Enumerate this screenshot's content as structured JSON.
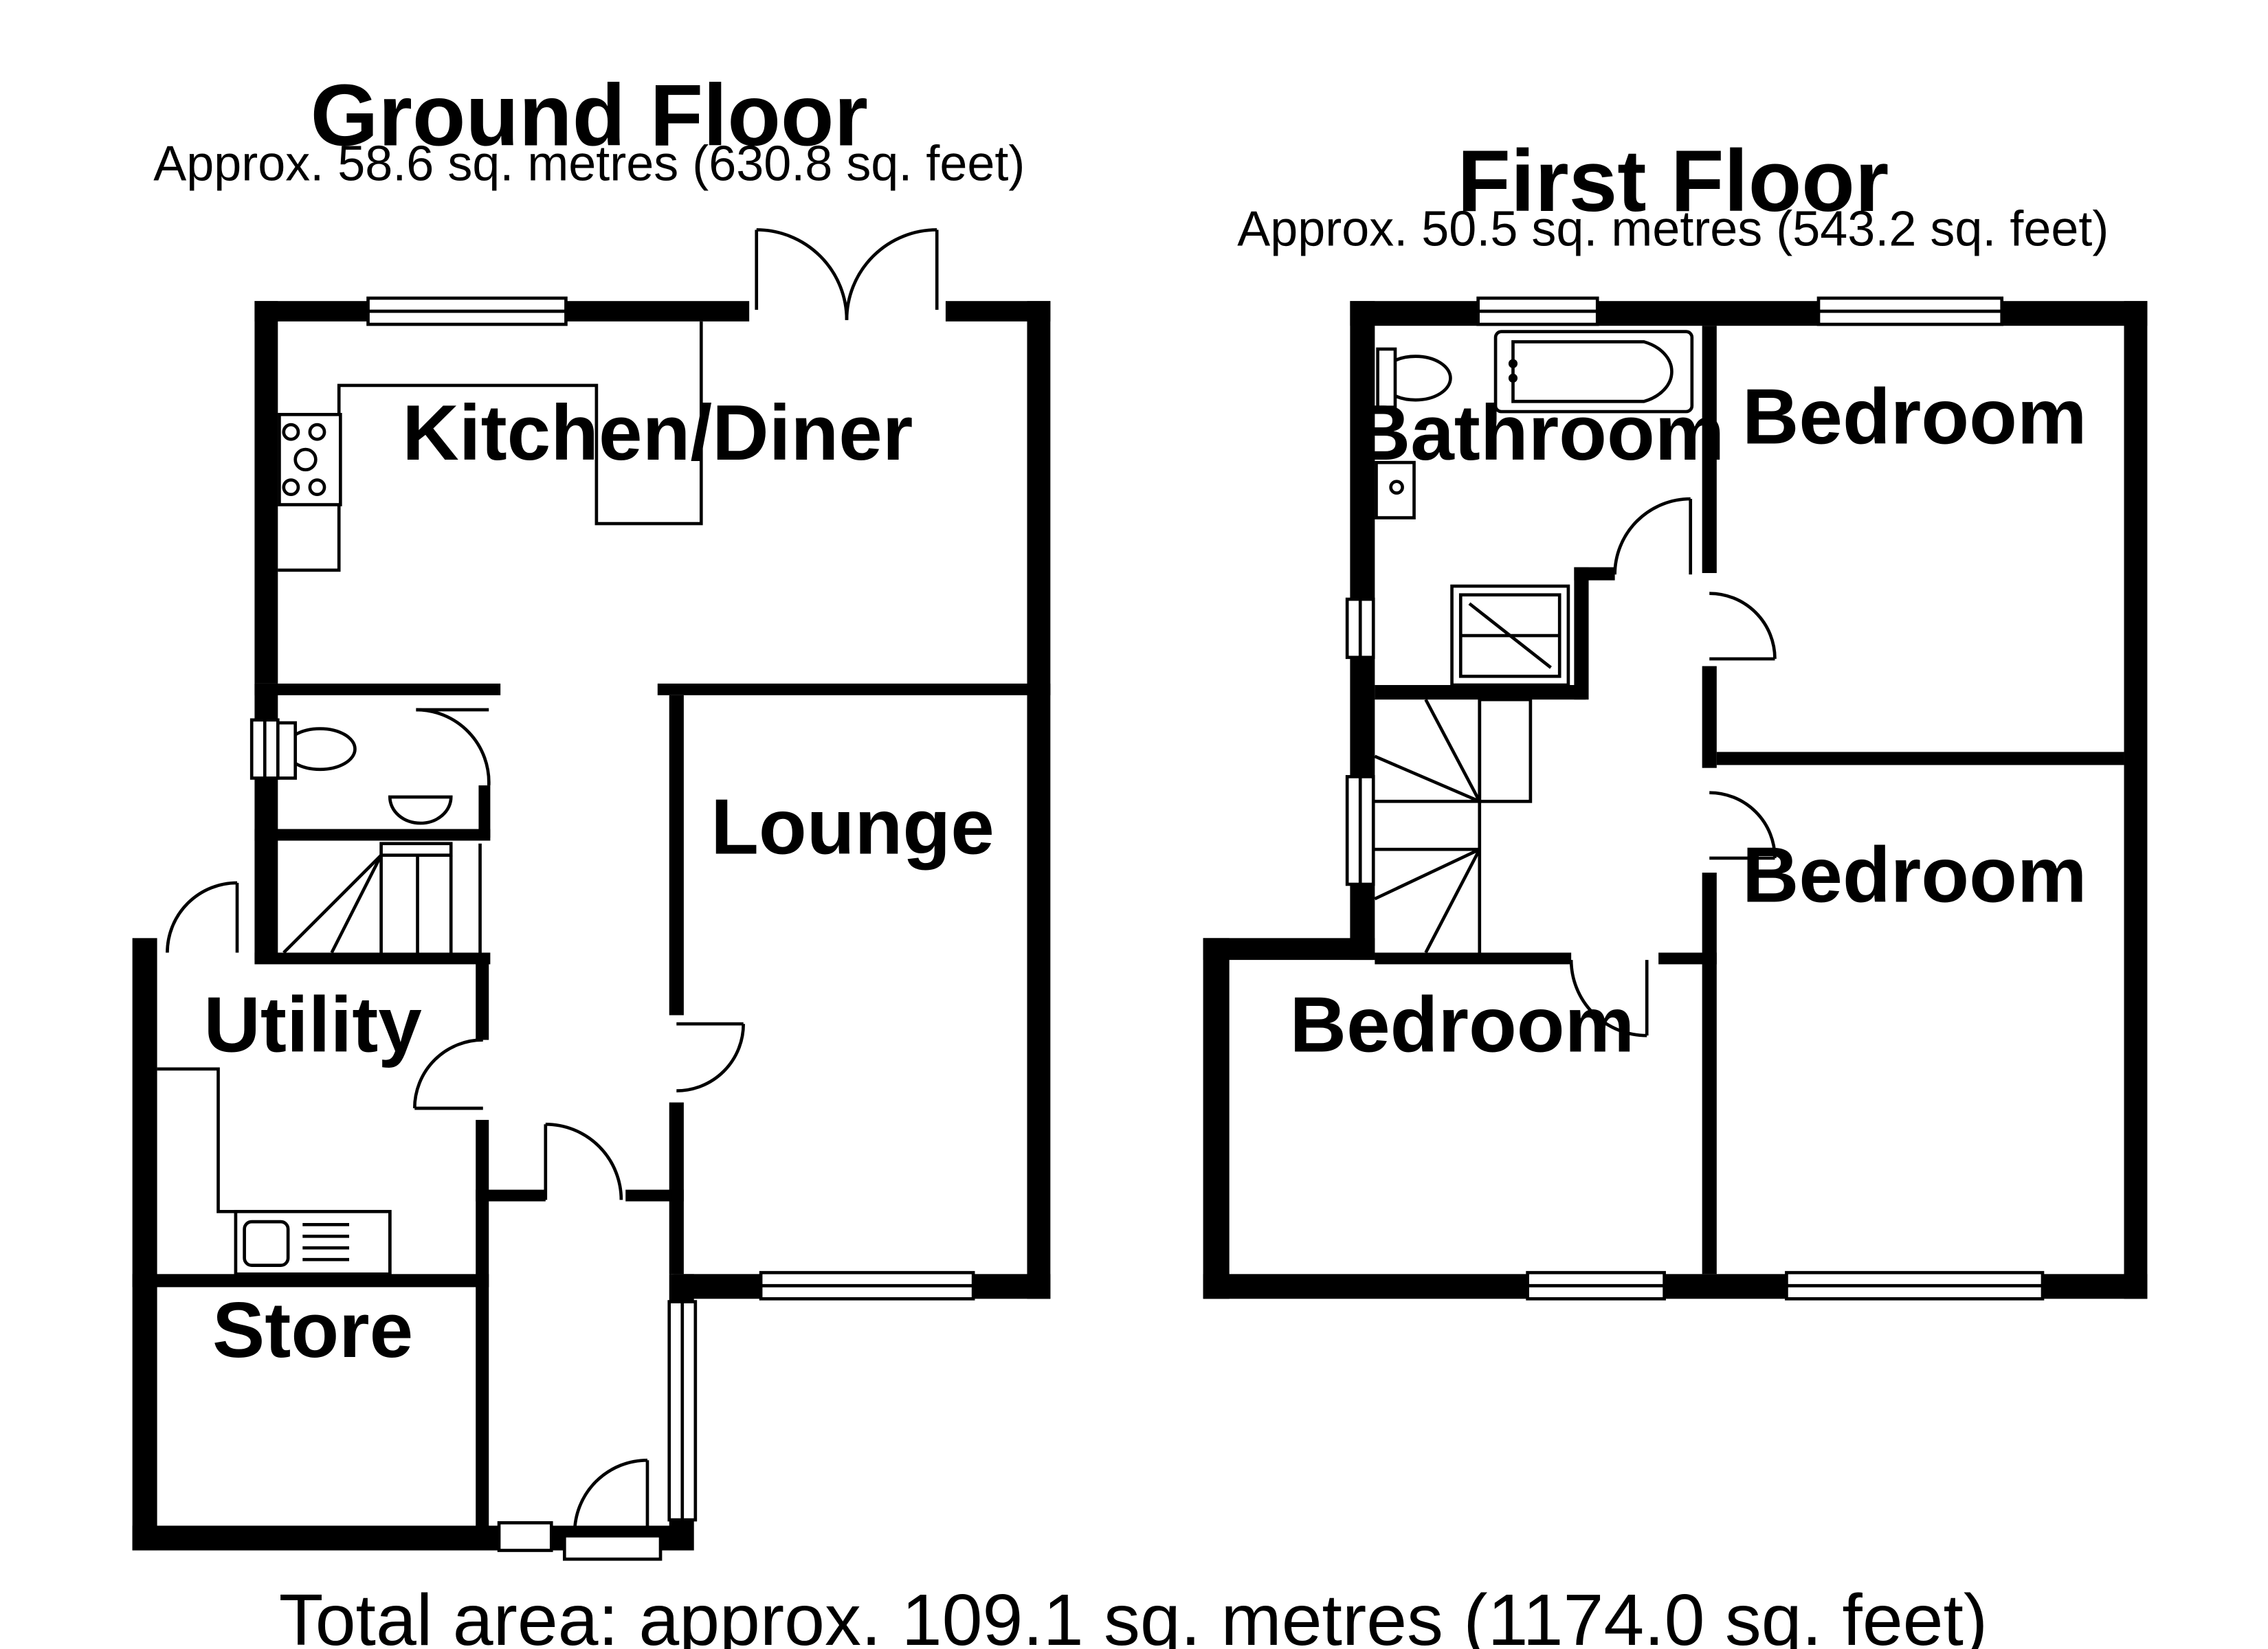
{
  "ground_floor": {
    "title": "Ground Floor",
    "area": "Approx. 58.6 sq. metres (630.8 sq. feet)",
    "rooms": {
      "kitchen_diner": "Kitchen/Diner",
      "lounge": "Lounge",
      "utility": "Utility",
      "store": "Store"
    }
  },
  "first_floor": {
    "title": "First Floor",
    "area": "Approx. 50.5 sq. metres (543.2 sq. feet)",
    "rooms": {
      "bathroom": "Bathroom",
      "bedroom_1": "Bedroom",
      "bedroom_2": "Bedroom",
      "bedroom_3": "Bedroom"
    }
  },
  "total_area": "Total area: approx. 109.1 sq. metres (1174.0 sq. feet)"
}
